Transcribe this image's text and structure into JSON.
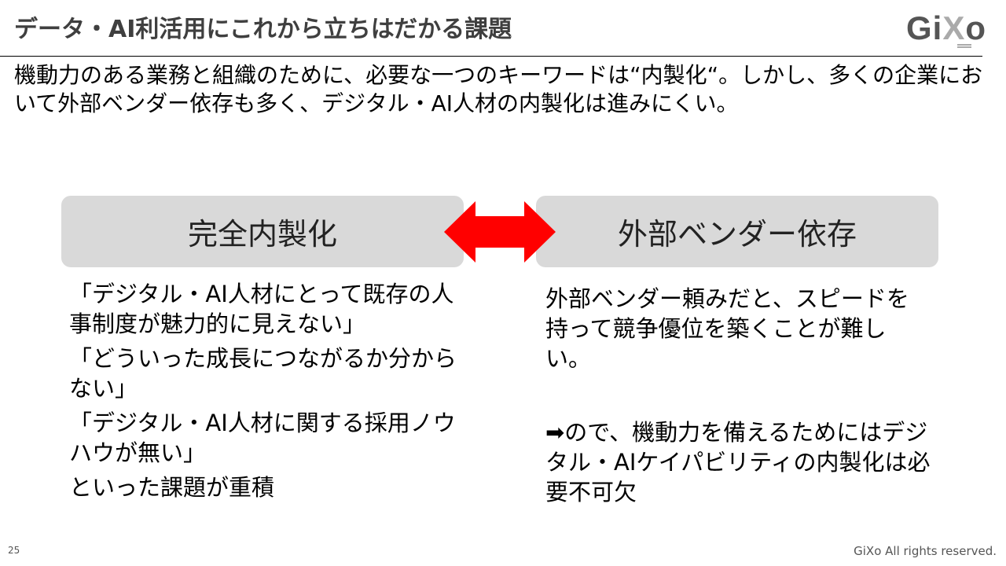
{
  "header": {
    "title": "データ・AI利活用にこれから立ちはだかる課題",
    "logo": "GiXo"
  },
  "intro": "機動力のある業務と組織のために、必要な一つのキーワードは“内製化“。しかし、多くの企業において外部ベンダー依存も多く、デジタル・AI人材の内製化は進みにくい。",
  "left": {
    "heading": "完全内製化",
    "items": [
      "「デジタル・AI人材にとって既存の人事制度が魅力的に見えない」",
      "「どういった成長につながるか分からない」",
      "「デジタル・AI人材に関する採用ノウハウが無い」",
      "といった課題が重積"
    ]
  },
  "right": {
    "heading": "外部ベンダー依存",
    "para1": "外部ベンダー頼みだと、スピードを持って競争優位を築くことが難しい。",
    "para2": "➡ので、機動力を備えるためにはデジタル・AIケイパビリティの内製化は必要不可欠"
  },
  "footer": {
    "page": "25",
    "copyright": "GiXo All rights reserved."
  },
  "colors": {
    "arrow": "#ff0000",
    "box": "#d9d9d9"
  }
}
